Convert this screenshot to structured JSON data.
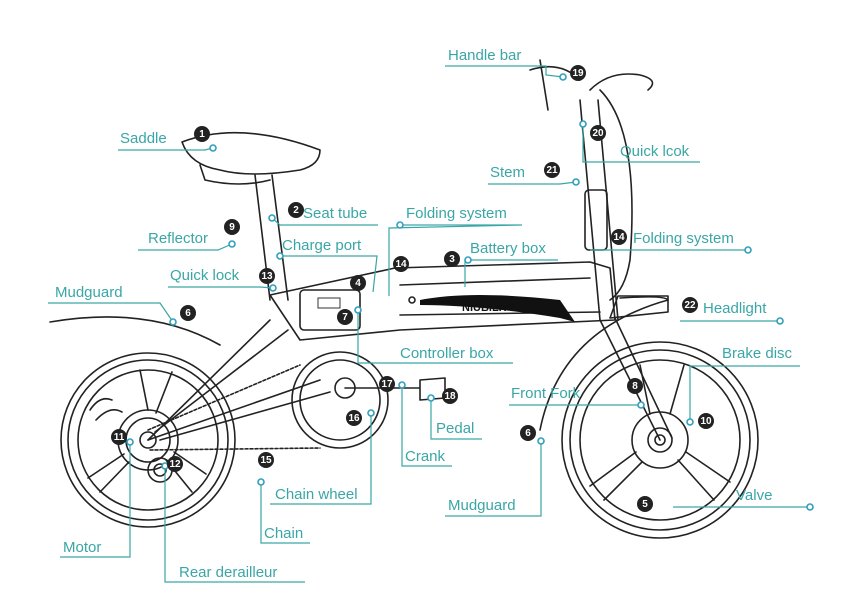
{
  "brand": "NIUBILITY",
  "colors": {
    "label": "#3aa6a6",
    "dot": "#2f9fbf",
    "badge": "#222222",
    "line": "#222222"
  },
  "parts": [
    {
      "key": "saddle",
      "text": "Saddle",
      "num": "1"
    },
    {
      "key": "seat_tube",
      "text": "Seat tube",
      "num": "2"
    },
    {
      "key": "reflector",
      "text": "Reflector",
      "num": "9"
    },
    {
      "key": "charge_port",
      "text": "Charge port",
      "num": "4"
    },
    {
      "key": "quick_lock",
      "text": "Quick lock",
      "num": "13"
    },
    {
      "key": "mudguard_rear",
      "text": "Mudguard",
      "num": "6"
    },
    {
      "key": "folding_system_main",
      "text": "Folding system",
      "num": "14"
    },
    {
      "key": "battery_box",
      "text": "Battery box",
      "num": "3"
    },
    {
      "key": "controller_box",
      "text": "Controller box",
      "num": "7"
    },
    {
      "key": "handle_bar",
      "text": "Handle bar",
      "num": "19"
    },
    {
      "key": "quick_lcok",
      "text": "Quick lcok",
      "num": "20"
    },
    {
      "key": "stem",
      "text": "Stem",
      "num": "21"
    },
    {
      "key": "folding_system_stem",
      "text": "Folding system",
      "num": "14"
    },
    {
      "key": "headlight",
      "text": "Headlight",
      "num": "22"
    },
    {
      "key": "brake_disc",
      "text": "Brake disc",
      "num": "10"
    },
    {
      "key": "front_fork",
      "text": "Front Fork",
      "num": "8"
    },
    {
      "key": "pedal",
      "text": "Pedal",
      "num": "18"
    },
    {
      "key": "crank",
      "text": "Crank",
      "num": "17"
    },
    {
      "key": "chain_wheel",
      "text": "Chain wheel",
      "num": "16"
    },
    {
      "key": "chain",
      "text": "Chain",
      "num": "15"
    },
    {
      "key": "motor",
      "text": "Motor",
      "num": "11"
    },
    {
      "key": "rear_derailleur",
      "text": "Rear derailleur",
      "num": "12"
    },
    {
      "key": "mudguard_front",
      "text": "Mudguard",
      "num": "6"
    },
    {
      "key": "valve",
      "text": "Valve",
      "num": "5"
    }
  ]
}
